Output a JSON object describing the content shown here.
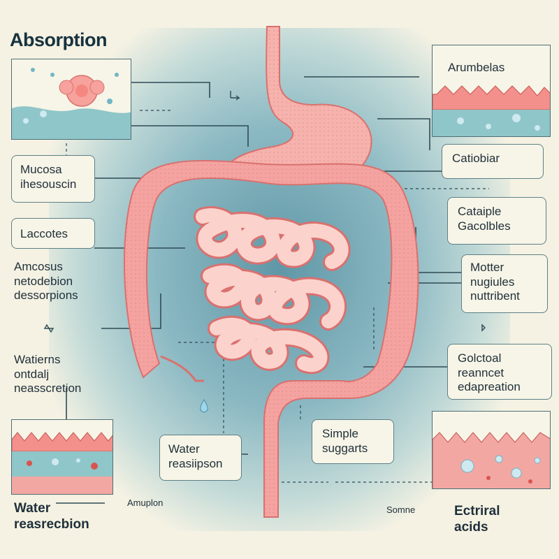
{
  "title": "Absorption",
  "labels": {
    "mucosa": [
      "Mucosa",
      "ihesouscin"
    ],
    "laccotes": "Laccotes",
    "amcosus": [
      "Amcosus",
      "netodebion",
      "dessorpions"
    ],
    "watierns": [
      "Watierns",
      "ontdalj",
      "neasscretion"
    ],
    "water_bottom_left": [
      "Water",
      "reasrecbion"
    ],
    "amuplon": "Amuplon",
    "water_reasiipson": [
      "Water",
      "reasiipson"
    ],
    "simple_suggarts": [
      "Simple",
      "suggarts"
    ],
    "somne": "Somne",
    "ectriral_acids": [
      "Ectriral",
      "acids"
    ],
    "arumbelas": "Arumbelas",
    "catiobiar": "Catiobiar",
    "cataiple": [
      "Cataiple",
      "Gacolbles"
    ],
    "motter": [
      "Motter",
      "nugiules",
      "nuttribent"
    ],
    "golctoal": [
      "Golctoal",
      "reanncet",
      "edapreation"
    ]
  },
  "colors": {
    "intestine": "#f4a3a0",
    "intestine_dark": "#d9716f",
    "stomach": "#f6b2ac",
    "teal": "#5b98a7",
    "box_border": "#5d7f86",
    "water_drop": "#9fd6ea"
  },
  "icons": [
    "flower-cell-icon",
    "water-drop-icon",
    "arrow-pointer-icon"
  ]
}
